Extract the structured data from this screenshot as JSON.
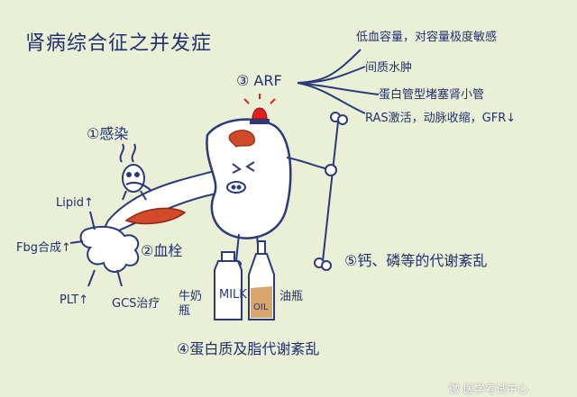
{
  "title": "肾病综合征之并发症",
  "arf": {
    "label": "③ ARF",
    "branches": [
      "低血容量，对容量极度敏感",
      "间质水肿",
      "蛋白管型堵塞肾小管",
      "RAS激活，动脉收缩，GFR↓"
    ]
  },
  "infection": "①感染",
  "thrombosis": "②血栓",
  "lipid": "Lipid↑",
  "fbg": "Fbg合成↑",
  "plt": "PLT↑",
  "gcs": "GCS治疗",
  "mineral": "⑤钙、磷等的代谢紊乱",
  "protein": "④蛋白质及脂代谢紊乱",
  "milk_bottle": "牛奶瓶",
  "milk_label": "MILK",
  "oil_bottle": "油瓶",
  "oil_label": "OIL",
  "watermark": "微 医学考试中心",
  "colors": {
    "background": "#e9f0d6",
    "ink": "#23306e",
    "kidney": "#ffffff",
    "vessel": "#d24a2a"
  }
}
